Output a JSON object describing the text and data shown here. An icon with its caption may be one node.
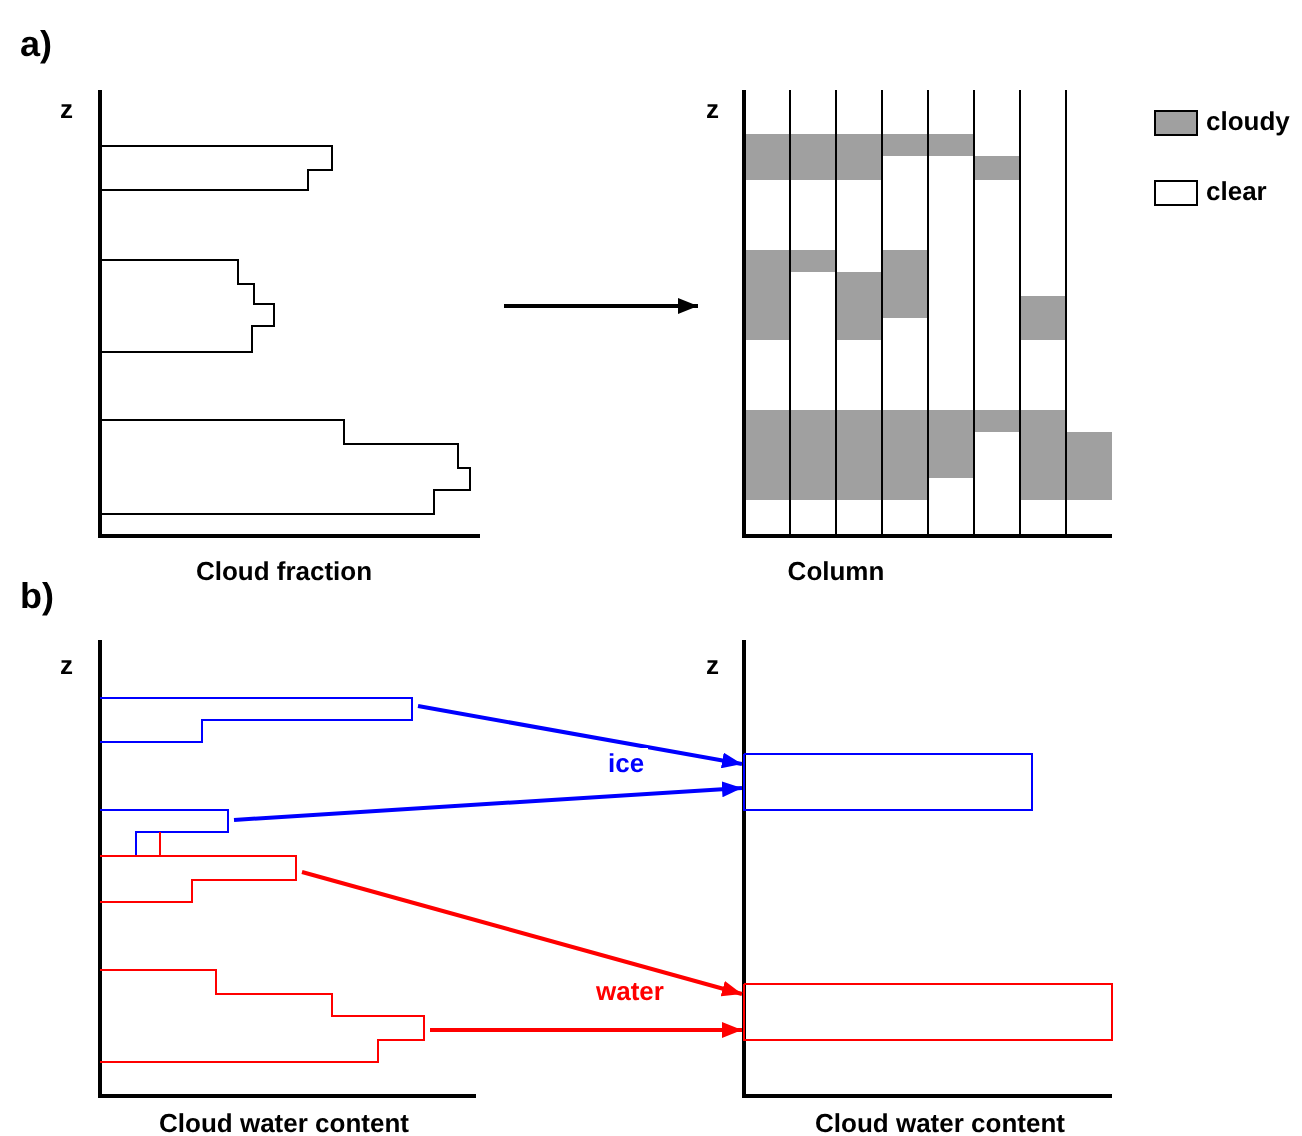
{
  "diagram": {
    "nodes": [
      {
        "text": [
          "Cloud fraction"
        ]
      },
      {
        "text": [
          "Column"
        ]
      },
      {
        "text": [
          "Cloud water content"
        ]
      },
      {
        "text": [
          "Cloud water content"
        ]
      },
      {
        "text": [],
        "shape": "bar",
        "in": 2
      },
      {
        "text": [],
        "shape": "bar",
        "in": 2
      },
      {
        "text": [],
        "shape": "bar",
        "in": 2
      },
      {
        "text": [],
        "shape": "bar",
        "in": 2
      },
      {
        "text": [],
        "shape": "bar",
        "in": 3
      },
      {
        "text": [],
        "shape": "bar",
        "in": 3
      }
    ],
    "edges": [
      {
        "from": 0,
        "to": 1,
        "arrow": "to",
        "color": "#000000"
      },
      {
        "from": 4,
        "to": 8,
        "arrow": "to",
        "label": "ice",
        "color": "#0000ff"
      },
      {
        "from": 5,
        "to": 8,
        "arrow": "to",
        "color": "#0000ff"
      },
      {
        "from": 6,
        "to": 9,
        "arrow": "to",
        "color": "#ff0000"
      },
      {
        "from": 7,
        "to": 9,
        "arrow": "to",
        "label": "water",
        "color": "#ff0000"
      }
    ],
    "labels": [
      "a)",
      "z",
      "z",
      "b)",
      "z",
      "z"
    ],
    "legend": [
      {
        "text": "cloudy",
        "color": "#a0a0a0"
      },
      {
        "text": "clear",
        "color": "#ffffff"
      }
    ]
  }
}
